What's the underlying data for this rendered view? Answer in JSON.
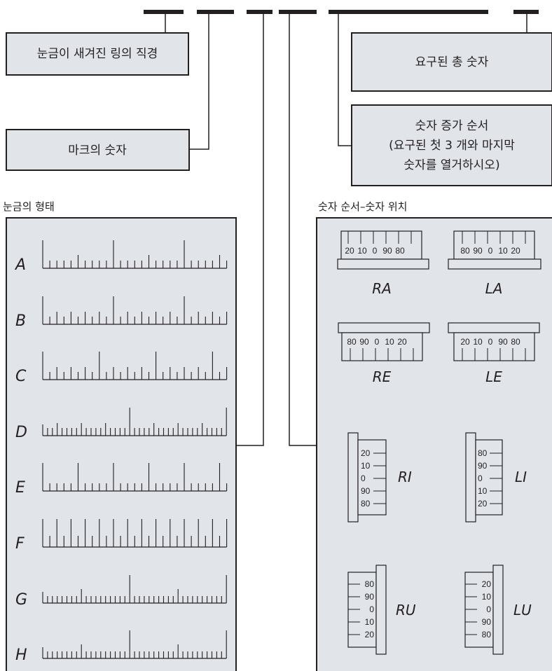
{
  "boxes": {
    "ring_diameter": "눈금이 새겨진 링의 직경",
    "mark_digits": "마크의 숫자",
    "total_digits": "요구된 총 숫자",
    "sequence_line1": "숫자 증가 순서",
    "sequence_line2": "(요구된 첫 3 개와 마지막",
    "sequence_line3": "숫자를 열거하시오)"
  },
  "sections": {
    "scale_title": "눈금의 형태",
    "position_title": "숫자 순서–숫자 위치"
  },
  "scale_rows": [
    {
      "letter": "A",
      "pattern": "major every 10, mid every 5, minor every 1",
      "minor_per_major": 10
    },
    {
      "letter": "B",
      "pattern": "major every 10, mid every 2, minor every 1",
      "minor_per_major": 10
    },
    {
      "letter": "C",
      "pattern": "major every 8, mid every 2, minor every 1",
      "minor_per_major": 8
    },
    {
      "letter": "D",
      "pattern": "major every 20, mid every 5, minor every 1",
      "minor_per_major": 20
    },
    {
      "letter": "E",
      "pattern": "major every 5, minor every 1",
      "minor_per_major": 5
    },
    {
      "letter": "F",
      "pattern": "major every 2, minor every 1",
      "minor_per_major": 2
    },
    {
      "letter": "G",
      "pattern": "major every 20, mid every 10, minor every 1",
      "minor_per_major": 20
    },
    {
      "letter": "H",
      "pattern": "major every 20, mid every 10, minor every 1",
      "minor_per_major": 20
    }
  ],
  "positions": [
    {
      "code": "RA",
      "numbers": [
        "20",
        "10",
        "0",
        "90",
        "80"
      ]
    },
    {
      "code": "LA",
      "numbers": [
        "80",
        "90",
        "0",
        "10",
        "20"
      ]
    },
    {
      "code": "RE",
      "numbers": [
        "80",
        "90",
        "0",
        "10",
        "20"
      ]
    },
    {
      "code": "LE",
      "numbers": [
        "20",
        "10",
        "0",
        "90",
        "80"
      ]
    },
    {
      "code": "RI",
      "numbers": [
        "20",
        "10",
        "0",
        "90",
        "80"
      ]
    },
    {
      "code": "LI",
      "numbers": [
        "80",
        "90",
        "0",
        "10",
        "20"
      ]
    },
    {
      "code": "RU",
      "numbers": [
        "80",
        "90",
        "0",
        "10",
        "20"
      ]
    },
    {
      "code": "LU",
      "numbers": [
        "20",
        "10",
        "0",
        "90",
        "80"
      ]
    }
  ],
  "colors": {
    "box_fill": "#e1e4e8",
    "line": "#231f20"
  }
}
